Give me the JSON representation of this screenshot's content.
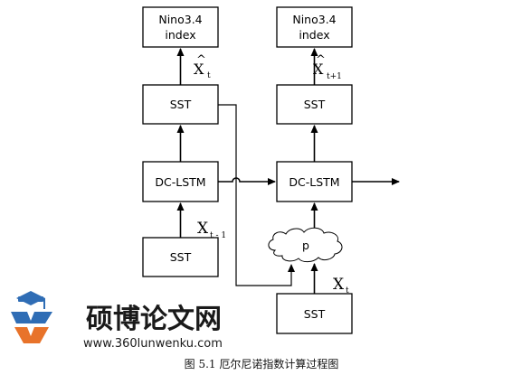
{
  "nodes": {
    "nino_left": {
      "line1": "Nino3.4",
      "line2": "index"
    },
    "nino_right": {
      "line1": "Nino3.4",
      "line2": "index"
    },
    "sst_top_left": "SST",
    "sst_top_right": "SST",
    "lstm_left": "DC-LSTM",
    "lstm_right": "DC-LSTM",
    "sst_bottom_left": "SST",
    "sst_bottom_right": "SST",
    "p_cloud": "p"
  },
  "math_labels": {
    "xhat_t": {
      "base": "X",
      "sub": "t"
    },
    "xhat_t1": {
      "base": "X",
      "sub": "t+1"
    },
    "x_t_minus_1": {
      "base": "X",
      "sub": "t - 1"
    },
    "x_t": {
      "base": "X",
      "sub": "t"
    }
  },
  "watermark": {
    "title": "硕博论文网",
    "url": "www.360lunwenku.com",
    "colors": {
      "blue": "#2f6db5",
      "orange": "#e8732a"
    }
  },
  "caption": "图  5.1  厄尔尼诺指数计算过程图"
}
